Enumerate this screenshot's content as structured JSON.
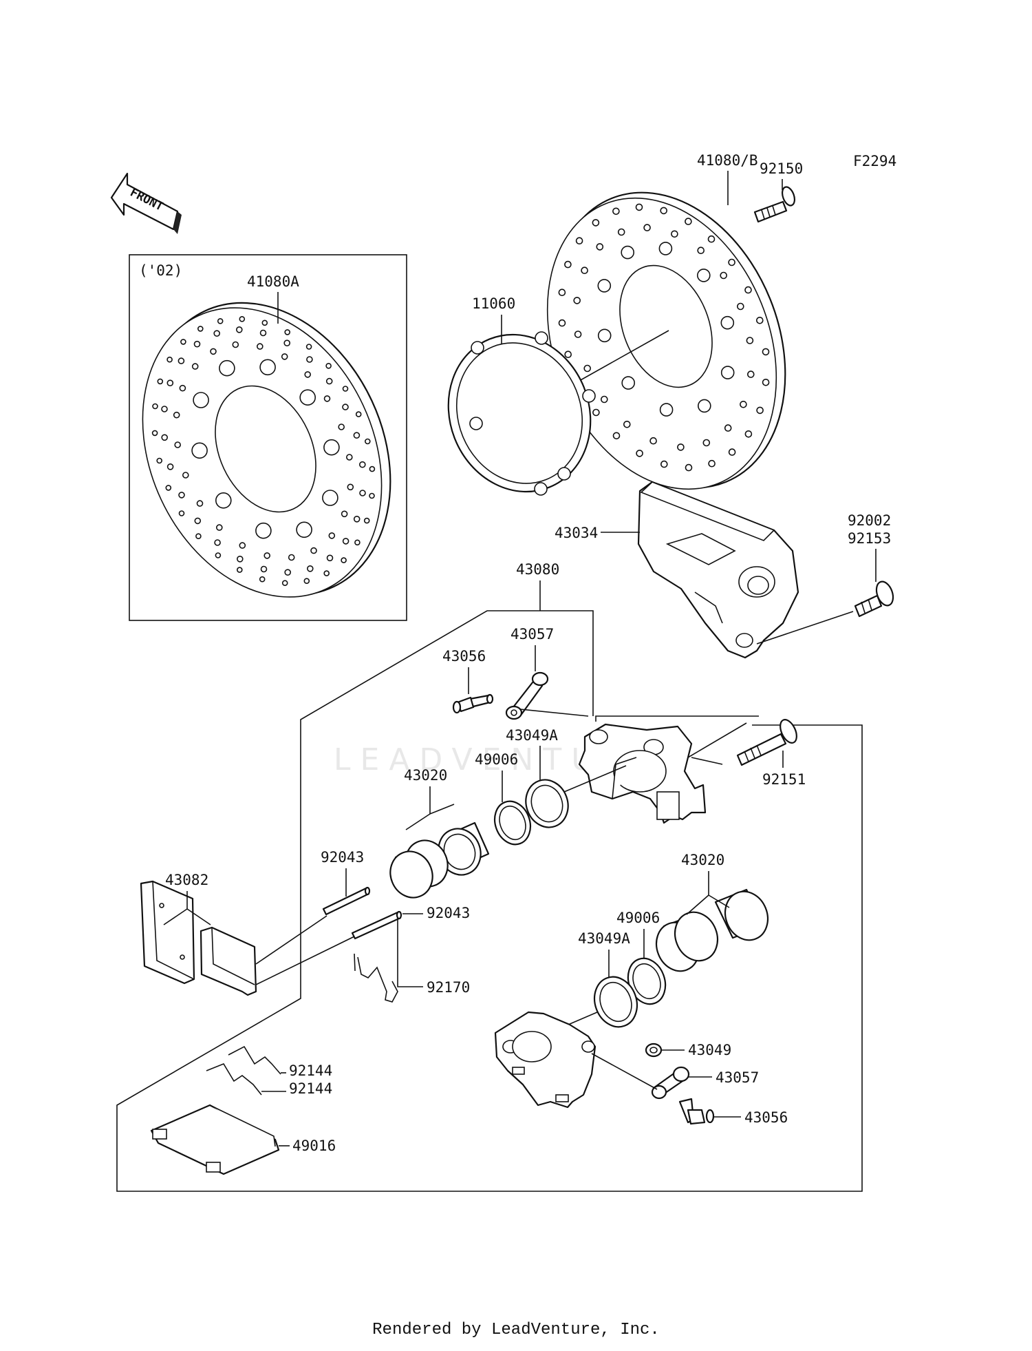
{
  "figure_code": "F2294",
  "front_label": "FRONT",
  "year_note": "('02)",
  "watermark": "LEADVENTURE",
  "footer": "Rendered by LeadVenture, Inc.",
  "labels": {
    "p41080b": "41080/B",
    "p92150": "92150",
    "p41080a": "41080A",
    "p11060": "11060",
    "p43034": "43034",
    "p92002": "92002",
    "p92153": "92153",
    "p43080": "43080",
    "p43057_top": "43057",
    "p43056_top": "43056",
    "p43049a_top": "43049A",
    "p49006_top": "49006",
    "p43020_top": "43020",
    "p92151": "92151",
    "p92043_a": "92043",
    "p92043_b": "92043",
    "p43082": "43082",
    "p92170": "92170",
    "p43020_bot": "43020",
    "p49006_bot": "49006",
    "p43049a_bot": "43049A",
    "p43049": "43049",
    "p43057_bot": "43057",
    "p43056_bot": "43056",
    "p92144_a": "92144",
    "p92144_b": "92144",
    "p49016": "49016"
  }
}
